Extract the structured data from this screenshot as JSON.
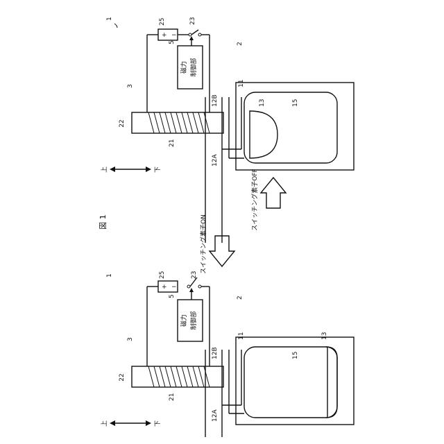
{
  "figure_title": "図 1",
  "top_panel": {
    "device_label": "1",
    "coil_assembly_label": "3",
    "container_label": "2",
    "core_label": "22",
    "coil_label": "21",
    "battery_label": "25",
    "switch_label": "23",
    "controller_label": "5",
    "controller_text": [
      "磁力",
      "制御部"
    ],
    "pipe_right_label": "12B",
    "pipe_left_label": "12A",
    "wall_label": "11",
    "magnetic_body_label": "13",
    "fluid_label": "15",
    "direction_up": "上",
    "direction_down": "下",
    "battery_plus": "+",
    "battery_minus": "−"
  },
  "bottom_panel": {
    "device_label": "1",
    "coil_assembly_label": "3",
    "container_label": "2",
    "core_label": "22",
    "coil_label": "21",
    "battery_label": "25",
    "switch_label": "23",
    "controller_label": "5",
    "controller_text": [
      "磁力",
      "制御部"
    ],
    "pipe_right_label": "12B",
    "pipe_left_label": "12A",
    "wall_label": "11",
    "magnetic_body_label": "13",
    "fluid_label": "15",
    "direction_up": "上",
    "direction_down": "下",
    "battery_plus": "+",
    "battery_minus": "−"
  },
  "arrow_on_label": "スイッチング素子ON",
  "arrow_off_label": "スイッチング素子OFF"
}
